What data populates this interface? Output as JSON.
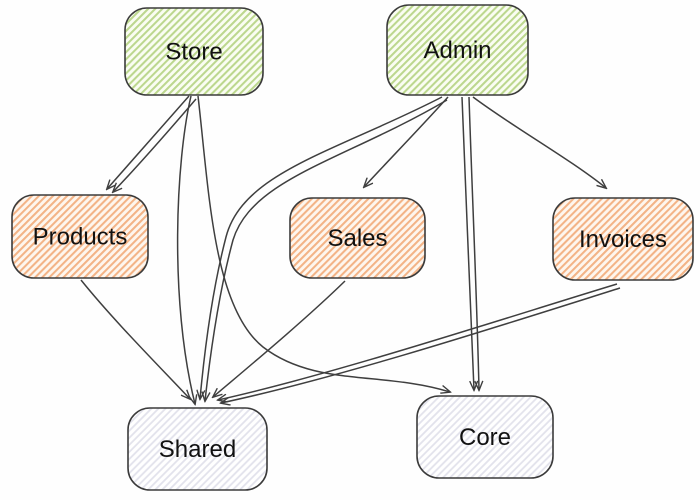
{
  "diagram": {
    "type": "dependency-graph",
    "nodes": [
      {
        "id": "store",
        "label": "Store",
        "group": "green"
      },
      {
        "id": "admin",
        "label": "Admin",
        "group": "green"
      },
      {
        "id": "products",
        "label": "Products",
        "group": "orange"
      },
      {
        "id": "sales",
        "label": "Sales",
        "group": "orange"
      },
      {
        "id": "invoices",
        "label": "Invoices",
        "group": "orange"
      },
      {
        "id": "shared",
        "label": "Shared",
        "group": "gray"
      },
      {
        "id": "core",
        "label": "Core",
        "group": "gray"
      }
    ],
    "edges": [
      {
        "from": "store",
        "to": "products",
        "count": 2
      },
      {
        "from": "store",
        "to": "shared",
        "count": 1
      },
      {
        "from": "store",
        "to": "core",
        "count": 1
      },
      {
        "from": "admin",
        "to": "sales",
        "count": 1
      },
      {
        "from": "admin",
        "to": "invoices",
        "count": 1
      },
      {
        "from": "admin",
        "to": "shared",
        "count": 2
      },
      {
        "from": "admin",
        "to": "core",
        "count": 2
      },
      {
        "from": "products",
        "to": "shared",
        "count": 1
      },
      {
        "from": "sales",
        "to": "shared",
        "count": 1
      },
      {
        "from": "invoices",
        "to": "shared",
        "count": 2
      }
    ],
    "colors": {
      "green_stripe": "#bcd78e",
      "green_bg": "#fafdf2",
      "orange_stripe": "#f3b386",
      "orange_bg": "#fef6ee",
      "gray_stripe": "#e2e2ec",
      "gray_bg": "#ffffff",
      "border": "#3b3b3b",
      "edge": "#3f3f3f",
      "label": "#111111",
      "canvas": "#fefefe"
    }
  }
}
